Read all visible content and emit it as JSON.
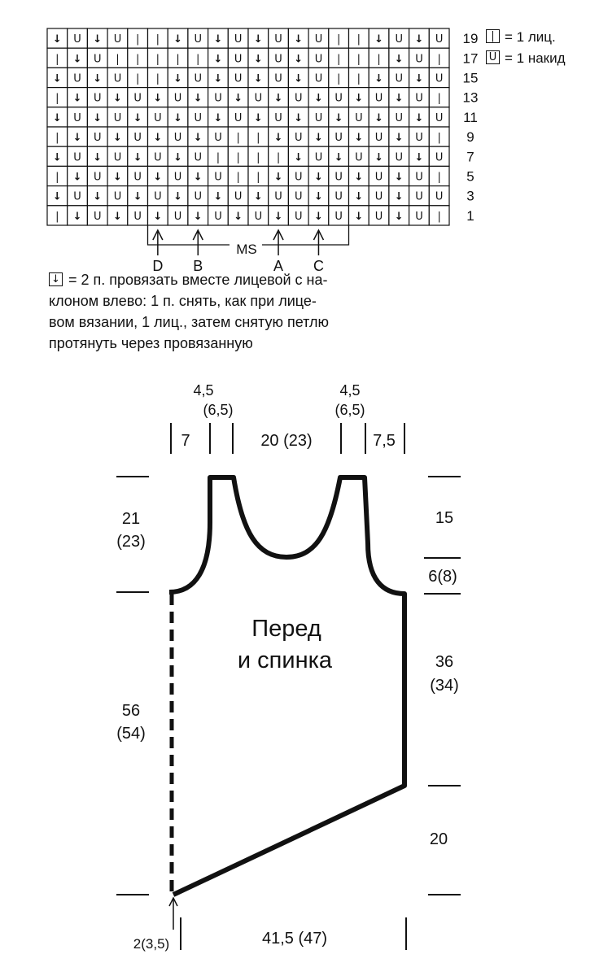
{
  "chart": {
    "rows": [
      {
        "label": "19",
        "cells": "DUDUIIDUDUDUDUIIDUDU"
      },
      {
        "label": "17",
        "cells": "IDUIIIIIDUDUDUIIIDUI"
      },
      {
        "label": "15",
        "cells": "DUDUIIDUDUDUDUIIDUDU"
      },
      {
        "label": "13",
        "cells": "IDUDUDUDUDUDUDUDUDUI"
      },
      {
        "label": "11",
        "cells": "DUDUDUDUDUDUDUDUDUDU"
      },
      {
        "label": "9",
        "cells": "IDUDUDUDUIIDUDUDUDUI"
      },
      {
        "label": "7",
        "cells": "DUDUDUDUIIIIDUDUDUDU"
      },
      {
        "label": "5",
        "cells": "IDUDUDUDUIIDUDUDUDUI"
      },
      {
        "label": "3",
        "cells": "DUDUDUDUDUDUUDUDUDUU"
      },
      {
        "label": "1",
        "cells": "IDUDUDUDUDUDUDUDUDUI"
      }
    ],
    "symbols": {
      "I": "|",
      "U": "U",
      "D": "↓"
    },
    "ms_label": "MS",
    "markers": [
      {
        "label": "D",
        "col": 5
      },
      {
        "label": "B",
        "col": 7
      },
      {
        "label": "A",
        "col": 11
      },
      {
        "label": "C",
        "col": 13
      }
    ]
  },
  "legend": {
    "knit_symbol": "|",
    "knit_text": "= 1 лиц.",
    "yo_symbol": "U",
    "yo_text": "= 1 накид"
  },
  "decrease": {
    "symbol": "↓",
    "lines": [
      "= 2 п. провязать вместе лицевой с на-",
      "клоном влево: 1 п. снять, как при лице-",
      "вом вязании, 1 лиц., затем снятую петлю",
      "протянуть через провязанную"
    ]
  },
  "pattern": {
    "title_line1": "Перед",
    "title_line2": "и спинка",
    "top": {
      "left_edge": "7",
      "left_shoulder_1": "4,5",
      "left_shoulder_2": "(6,5)",
      "neck": "20  (23)",
      "right_shoulder_1": "4,5",
      "right_shoulder_2": "(6,5)",
      "right_edge": "7,5"
    },
    "left": {
      "armhole_1": "21",
      "armhole_2": "(23)",
      "side_1": "56",
      "side_2": "(54)"
    },
    "right": {
      "neck_depth": "15",
      "armhole": "6(8)",
      "side_1": "36",
      "side_2": "(34)",
      "slope": "20"
    },
    "bottom": {
      "corner": "2(3,5)",
      "width": "41,5  (47)"
    }
  }
}
